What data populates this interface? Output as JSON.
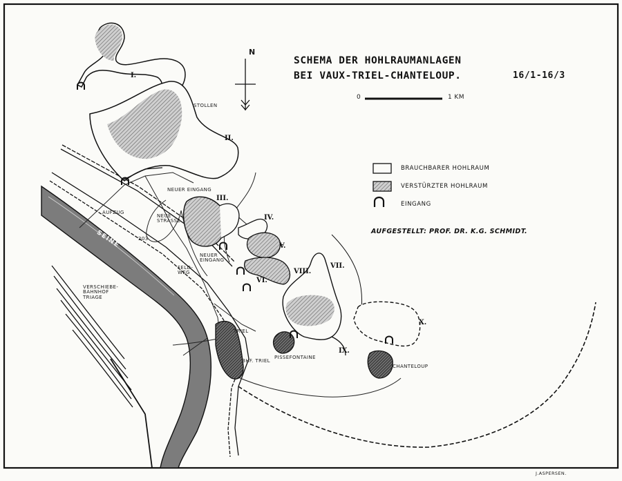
{
  "title": {
    "line1": "SCHEMA DER HOHLRAUMANLAGEN",
    "line2": "BEI VAUX-TRIEL-CHANTELOUP.",
    "ref": "16/1-16/3"
  },
  "scale": {
    "start": "0",
    "end": "1 KM"
  },
  "compass": {
    "north": "N"
  },
  "legend": {
    "usable": "BRAUCHBARER HOHLRAUM",
    "collapsed": "VERSTÜRZTER HOHLRAUM",
    "entrance": "EINGANG"
  },
  "author": "AUFGESTELLT: PROF. DR. K.G. SCHMIDT.",
  "signature": "J.ASPERSEN.",
  "sites": {
    "I": "I.",
    "II": "II.",
    "III": "III.",
    "IV": "IV.",
    "V": "V.",
    "VI": "VI.",
    "VII": "VII.",
    "VIII": "VIII.",
    "IX": "IX.",
    "X": "X."
  },
  "places": {
    "stollen": "STOLLEN",
    "neuer_eingang_top": "NEUER EINGANG",
    "aufzug": "AUFZUG",
    "neue_strasse": "NEUE STRASSE",
    "road_203": "203",
    "seine": "SEINE",
    "feld_weg": "FELD-WEG",
    "neuer_eingang_mid": "NEUER EINGANG",
    "verschiebe": "VERSCHIEBE-BAHNHOF TRIAGE",
    "triel": "TRIEL",
    "bhf_triel": "BHF. TRIEL",
    "pissefontaine": "PISSEFONTAINE",
    "chanteloup": "CHANTELOUP"
  }
}
